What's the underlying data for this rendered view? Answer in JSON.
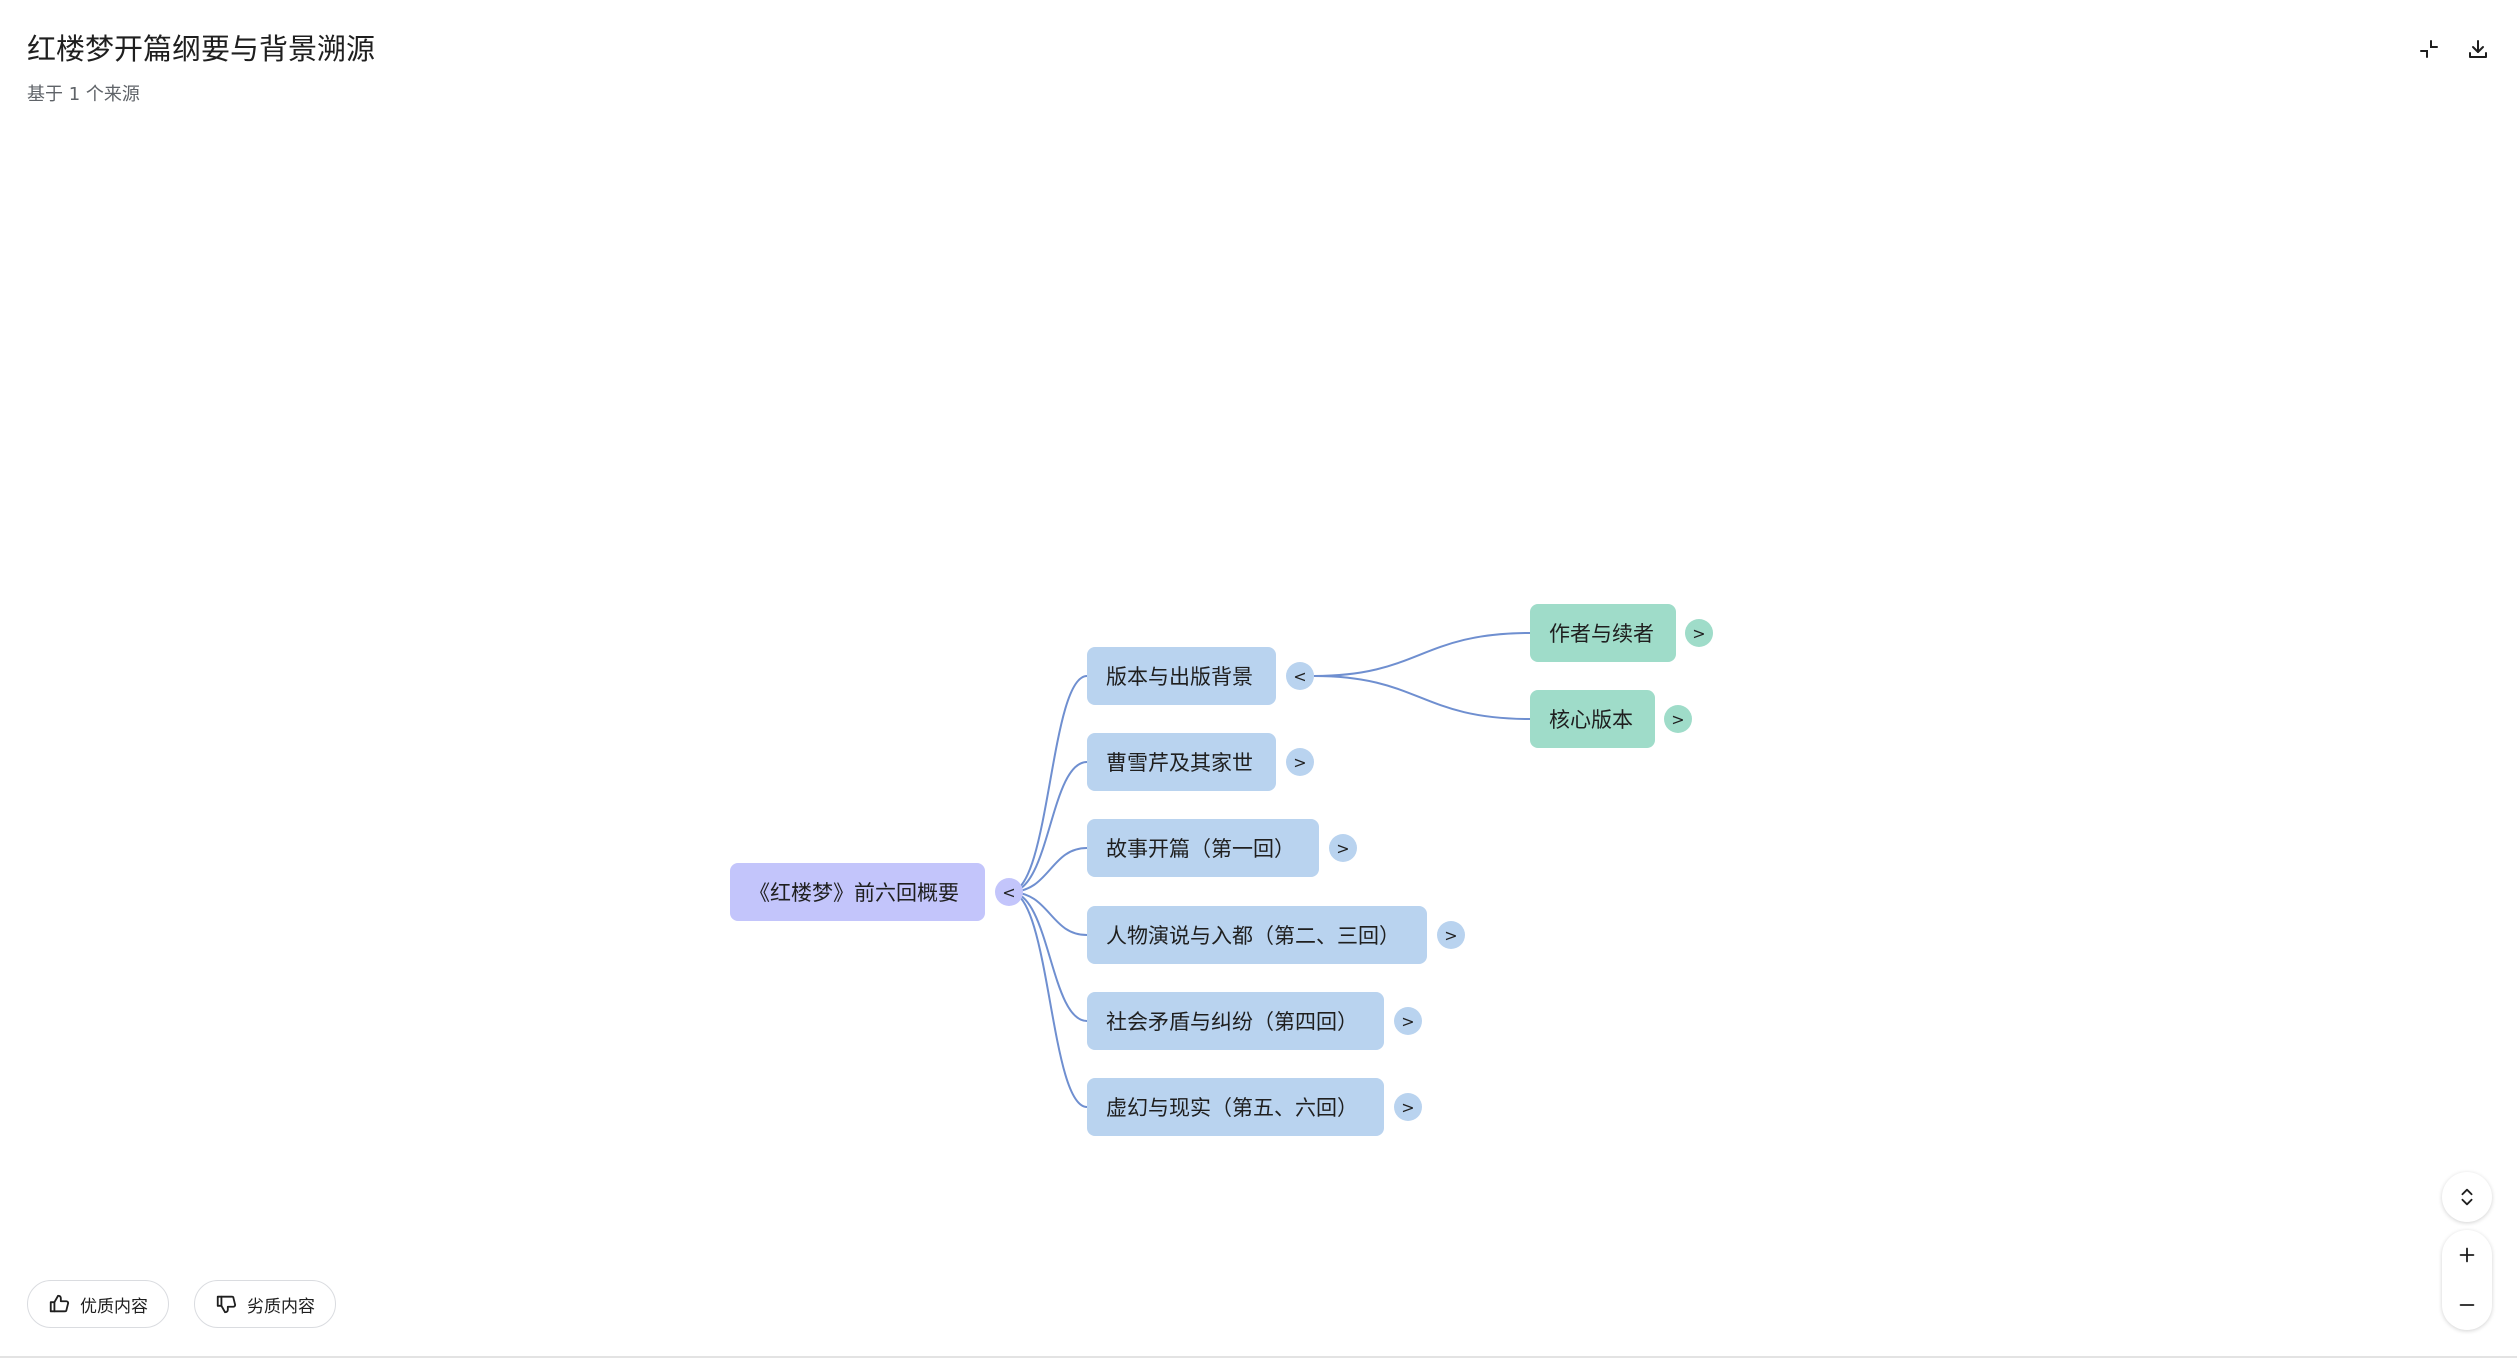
{
  "header": {
    "title": "红楼梦开篇纲要与背景溯源",
    "subtitle": "基于 1 个来源",
    "icons": [
      "collapse-icon",
      "download-icon"
    ]
  },
  "mindmap": {
    "root": {
      "label": "《红楼梦》前六回概要",
      "toggle": "<"
    },
    "branches": [
      {
        "label": "版本与出版背景",
        "toggle": "<"
      },
      {
        "label": "曹雪芹及其家世",
        "toggle": ">"
      },
      {
        "label": "故事开篇（第一回）",
        "toggle": ">"
      },
      {
        "label": "人物演说与入都（第二、三回）",
        "toggle": ">"
      },
      {
        "label": "社会矛盾与纠纷（第四回）",
        "toggle": ">"
      },
      {
        "label": "虚幻与现实（第五、六回）",
        "toggle": ">"
      }
    ],
    "sub_branches": [
      {
        "label": "作者与续者",
        "toggle": ">"
      },
      {
        "label": "核心版本",
        "toggle": ">"
      }
    ],
    "colors": {
      "root": "#c3c5fb",
      "level1": "#b9d3ef",
      "level2": "#9fdcc9",
      "connector": "#6f8fd0"
    }
  },
  "feedback": {
    "good_label": "优质内容",
    "bad_label": "劣质内容"
  },
  "zoom": {
    "icons": [
      "expand-vertical-icon",
      "zoom-in-icon",
      "zoom-out-icon"
    ]
  }
}
